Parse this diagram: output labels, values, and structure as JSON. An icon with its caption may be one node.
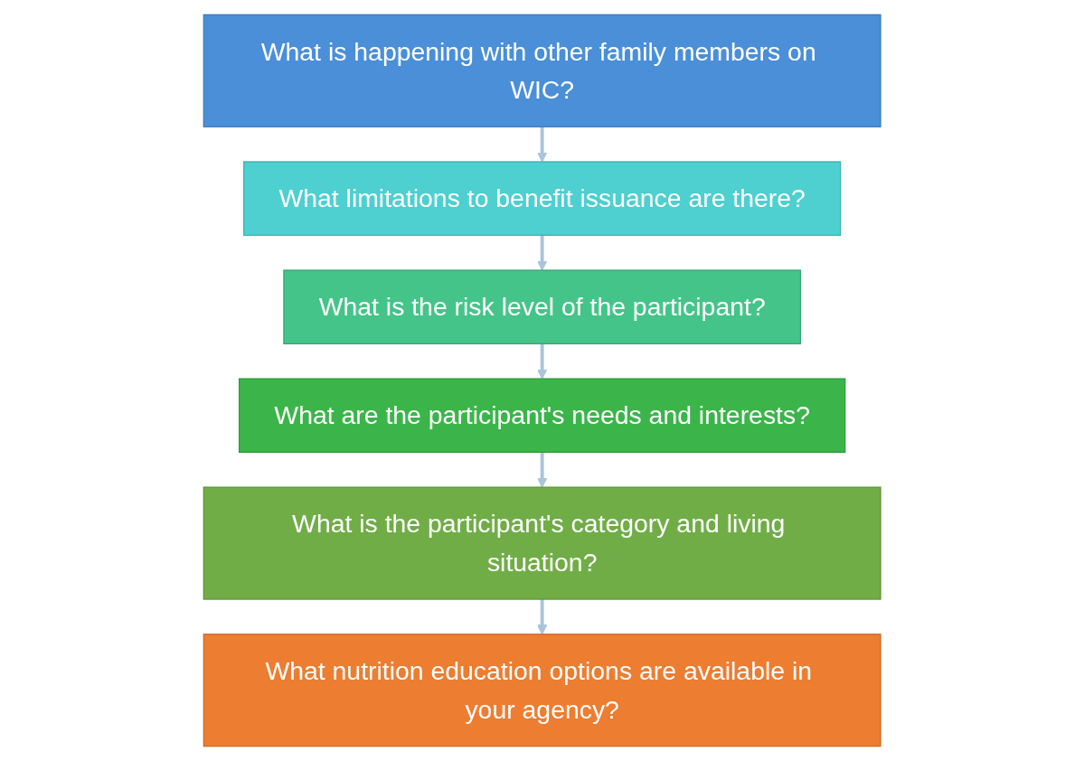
{
  "diagram": {
    "nodes": [
      {
        "text": [
          "What is happening with other family members on WIC?"
        ]
      },
      {
        "text": [
          "What limitations to benefit issuance are there?"
        ]
      },
      {
        "text": [
          "What is the risk level of the participant?"
        ]
      },
      {
        "text": [
          "What are the participant's needs and interests?"
        ]
      },
      {
        "text": [
          "What is the participant's category and living situation?"
        ]
      },
      {
        "text": [
          "What nutrition education options are available in your agency?"
        ]
      }
    ],
    "edges": [
      {
        "from": 0,
        "to": 1,
        "arrow": "to"
      },
      {
        "from": 1,
        "to": 2,
        "arrow": "to"
      },
      {
        "from": 2,
        "to": 3,
        "arrow": "to"
      },
      {
        "from": 3,
        "to": 4,
        "arrow": "to"
      },
      {
        "from": 4,
        "to": 5,
        "arrow": "to"
      }
    ]
  }
}
